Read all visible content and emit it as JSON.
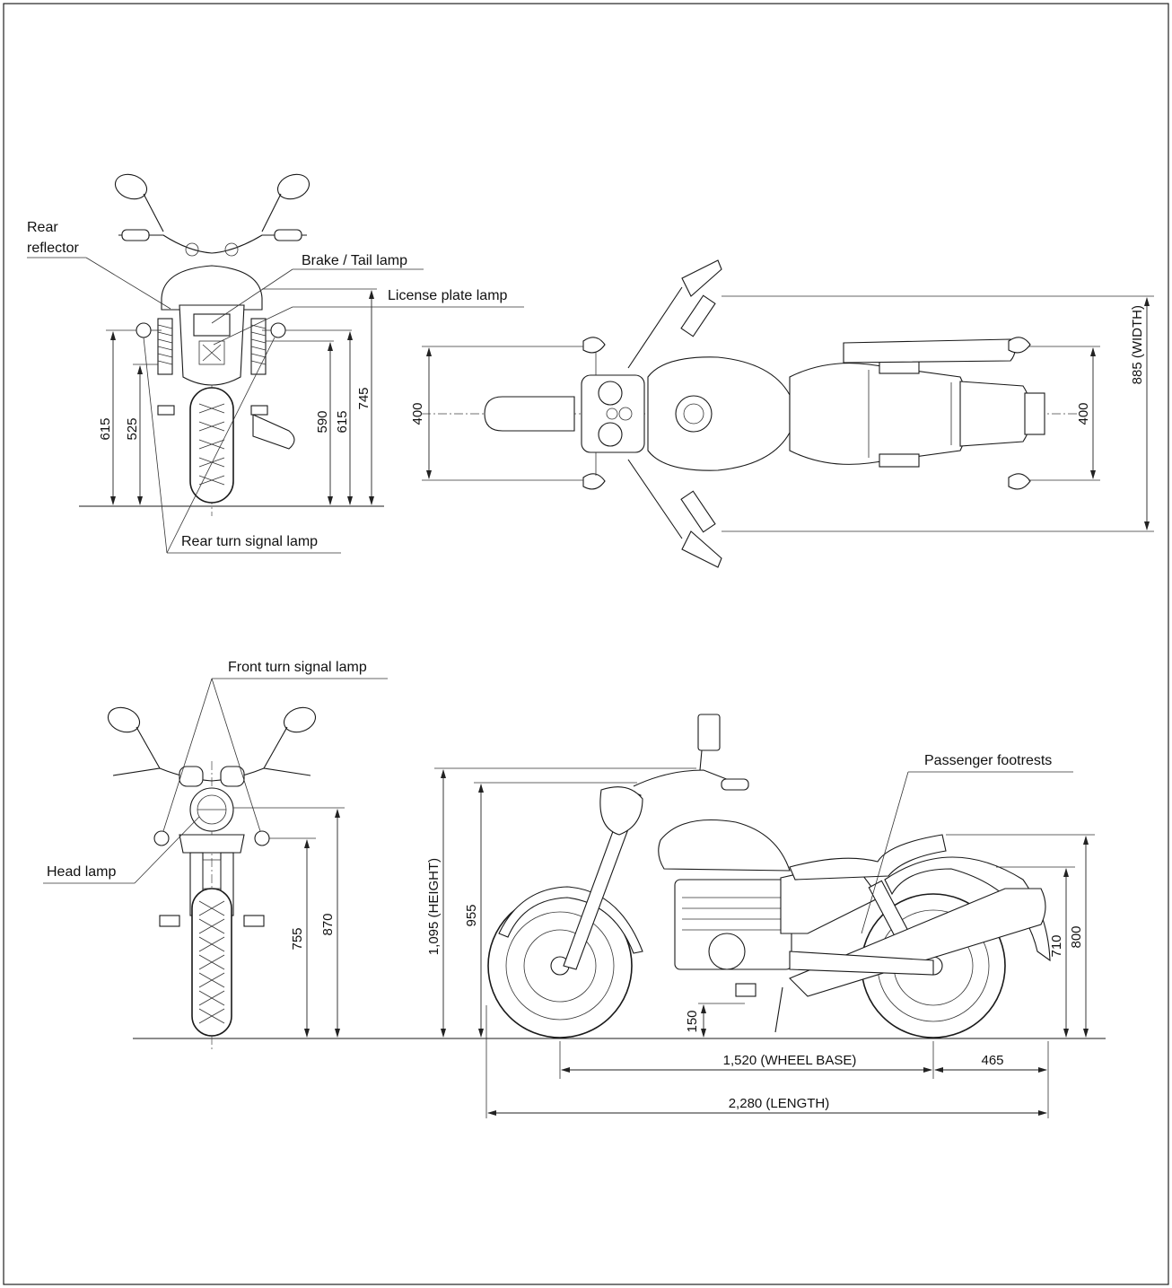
{
  "labels": {
    "rear_reflector_line1": "Rear",
    "rear_reflector_line2": "reflector",
    "brake_tail_lamp": "Brake / Tail lamp",
    "license_plate_lamp": "License plate lamp",
    "rear_turn_signal_lamp": "Rear turn signal lamp",
    "front_turn_signal_lamp": "Front turn signal lamp",
    "head_lamp": "Head lamp",
    "passenger_footrests": "Passenger footrests"
  },
  "dimensions": {
    "rear_view": {
      "d615_left": "615",
      "d525": "525",
      "d590": "590",
      "d615_right": "615",
      "d745": "745"
    },
    "top_view": {
      "d400_left": "400",
      "d400_right": "400",
      "width": "885 (WIDTH)"
    },
    "front_view": {
      "d755": "755",
      "d870": "870"
    },
    "side_view": {
      "height": "1,095  (HEIGHT)",
      "d955": "955",
      "d150": "150",
      "d710": "710",
      "d800": "800",
      "wheel_base": "1,520 (WHEEL BASE)",
      "d465": "465",
      "length": "2,280 (LENGTH)"
    }
  }
}
